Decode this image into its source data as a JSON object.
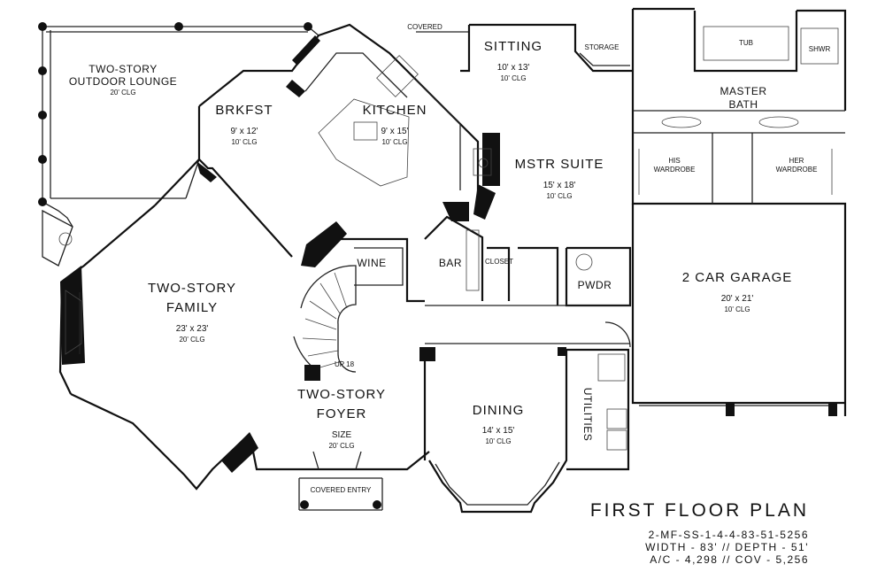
{
  "plan": {
    "title": "FIRST FLOOR PLAN",
    "plan_id": "2-MF-SS-1-4-4-83-51-5256",
    "dimensions_line": "WIDTH - 83' // DEPTH - 51'",
    "area_line": "A/C - 4,298 // COV - 5,256"
  },
  "rooms": {
    "covered_top": {
      "name": "COVERED"
    },
    "lounge": {
      "line1": "TWO-STORY",
      "line2": "OUTDOOR LOUNGE",
      "clg": "20' CLG"
    },
    "sitting": {
      "name": "SITTING",
      "size": "10' x 13'",
      "clg": "10' CLG"
    },
    "storage": {
      "name": "STORAGE"
    },
    "tub": {
      "name": "TUB"
    },
    "shwr": {
      "name": "SHWR"
    },
    "master_bath": {
      "line1": "MASTER",
      "line2": "BATH"
    },
    "brkfst": {
      "name": "BRKFST",
      "size": "9' x 12'",
      "clg": "10' CLG"
    },
    "kitchen": {
      "name": "KITCHEN",
      "size": "9' x 15'",
      "clg": "10' CLG"
    },
    "mstr_suite": {
      "name": "MSTR SUITE",
      "size": "15' x 18'",
      "clg": "10' CLG"
    },
    "his_wardrobe": {
      "line1": "HIS",
      "line2": "WARDROBE"
    },
    "her_wardrobe": {
      "line1": "HER",
      "line2": "WARDROBE"
    },
    "wine": {
      "name": "WINE"
    },
    "bar": {
      "name": "BAR"
    },
    "closet": {
      "name": "CLOSET"
    },
    "pwdr": {
      "name": "PWDR"
    },
    "garage": {
      "name": "2 CAR GARAGE",
      "size": "20' x 21'",
      "clg": "10' CLG"
    },
    "family": {
      "line1": "TWO-STORY",
      "line2": "FAMILY",
      "size": "23' x 23'",
      "clg": "20' CLG"
    },
    "up": {
      "name": "UP 18"
    },
    "foyer": {
      "line1": "TWO-STORY",
      "line2": "FOYER",
      "size": "SIZE",
      "clg": "20' CLG"
    },
    "dining": {
      "name": "DINING",
      "size": "14' x 15'",
      "clg": "10' CLG"
    },
    "utilities": {
      "name": "UTILITIES"
    },
    "covered_entry": {
      "name": "COVERED ENTRY"
    }
  },
  "colors": {
    "ink": "#111111",
    "paper": "#ffffff"
  }
}
